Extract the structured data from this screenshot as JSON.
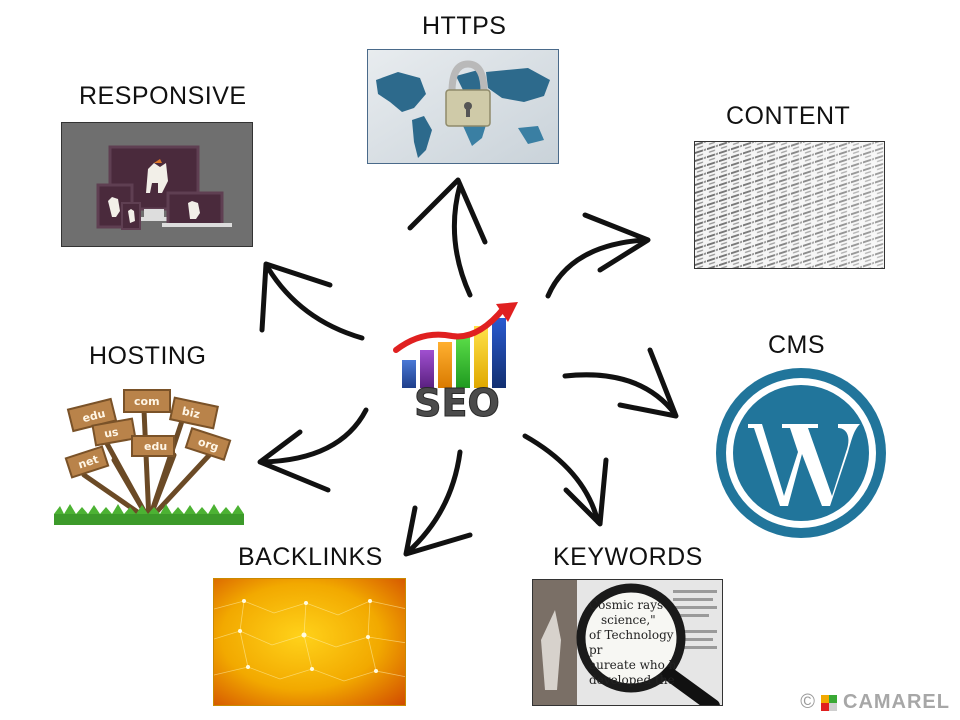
{
  "center": {
    "label": "SEO"
  },
  "nodes": {
    "https": {
      "label": "HTTPS"
    },
    "responsive": {
      "label": "RESPONSIVE"
    },
    "content": {
      "label": "CONTENT"
    },
    "cms": {
      "label": "CMS"
    },
    "hosting": {
      "label": "HOSTING"
    },
    "backlinks": {
      "label": "BACKLINKS"
    },
    "keywords": {
      "label": "KEYWORDS"
    }
  },
  "hosting_signs": [
    "edu",
    "com",
    "biz",
    "us",
    "net",
    "edu",
    "org"
  ],
  "keywords_text": [
    "Cosmic rays",
    "science,\"",
    "of Technology pr",
    "aureate who h",
    "developed the"
  ],
  "footer": {
    "copyright": "©",
    "brand": "CAMAREL"
  },
  "colors": {
    "wordpress_blue": "#21759b",
    "seo_red": "#e02020",
    "seo_orange": "#f39c12",
    "seo_green": "#2ecc40",
    "seo_blue": "#1f4fa0",
    "seo_purple": "#7b3fa0",
    "backlinks_gold": "#f2a900",
    "responsive_bg": "#6f6f6f"
  }
}
